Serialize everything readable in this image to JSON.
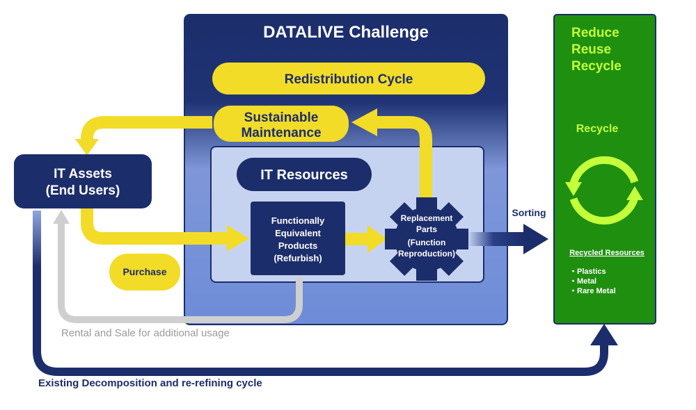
{
  "challenge": {
    "title": "DATALIVE Challenge"
  },
  "redistribution": {
    "label": "Redistribution Cycle"
  },
  "maintenance": {
    "line1": "Sustainable",
    "line2": "Maintenance"
  },
  "resources": {
    "label": "IT Resources"
  },
  "it_assets": {
    "line1": "IT Assets",
    "line2": "(End Users)"
  },
  "refurbish": {
    "line1": "Functionally",
    "line2": "Equivalent",
    "line3": "Products",
    "line4": "(Refurbish)"
  },
  "parts": {
    "line1": "Replacement",
    "line2": "Parts",
    "line3": "(Function",
    "line4": "Reproduction)"
  },
  "purchase": {
    "label": "Purchase"
  },
  "sorting": {
    "label": "Sorting"
  },
  "rental": {
    "label": "Rental and Sale for additional usage"
  },
  "existing": {
    "label": "Existing Decomposition and re-refining cycle"
  },
  "rrr": {
    "line1": "Reduce",
    "line2": "Reuse",
    "line3": "Recycle"
  },
  "recycle": {
    "label": "Recycle",
    "resources_title": "Recycled Resources",
    "items": [
      "・Plastics",
      "・Metal",
      "・Rare Metal"
    ]
  },
  "colors": {
    "navy": "#1c2d6b",
    "yellow": "#f2dc27",
    "green": "#1f8f0f",
    "lime": "#c3ff3a",
    "gray": "#cfcfcf",
    "light_panel": "#c6d3f0"
  }
}
